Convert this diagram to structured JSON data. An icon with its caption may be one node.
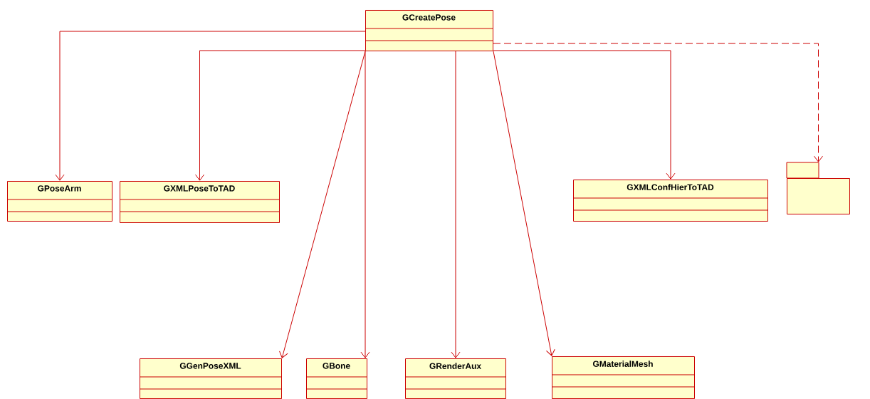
{
  "diagram": {
    "nodes": [
      {
        "text": [
          "GCreatePose"
        ]
      },
      {
        "text": [
          "GPoseArm"
        ]
      },
      {
        "text": [
          "GXMLPoseToTAD"
        ]
      },
      {
        "text": [
          "GXMLConfHierToTAD"
        ]
      },
      {
        "text": [],
        "shape": "folder"
      },
      {
        "text": [
          "GGenPoseXML"
        ]
      },
      {
        "text": [
          "GBone"
        ]
      },
      {
        "text": [
          "GRenderAux"
        ]
      },
      {
        "text": [
          "GMaterialMesh"
        ]
      }
    ],
    "edges": [
      {
        "from": 0,
        "to": 1,
        "arrow": "to"
      },
      {
        "from": 0,
        "to": 2,
        "arrow": "to"
      },
      {
        "from": 0,
        "to": 3,
        "arrow": "to"
      },
      {
        "from": 0,
        "to": 4,
        "arrow": "to",
        "style": "dashed"
      },
      {
        "from": 0,
        "to": 5,
        "arrow": "to"
      },
      {
        "from": 0,
        "to": 6,
        "arrow": "to"
      },
      {
        "from": 0,
        "to": 7,
        "arrow": "to"
      },
      {
        "from": 0,
        "to": 8,
        "arrow": "to"
      }
    ]
  }
}
